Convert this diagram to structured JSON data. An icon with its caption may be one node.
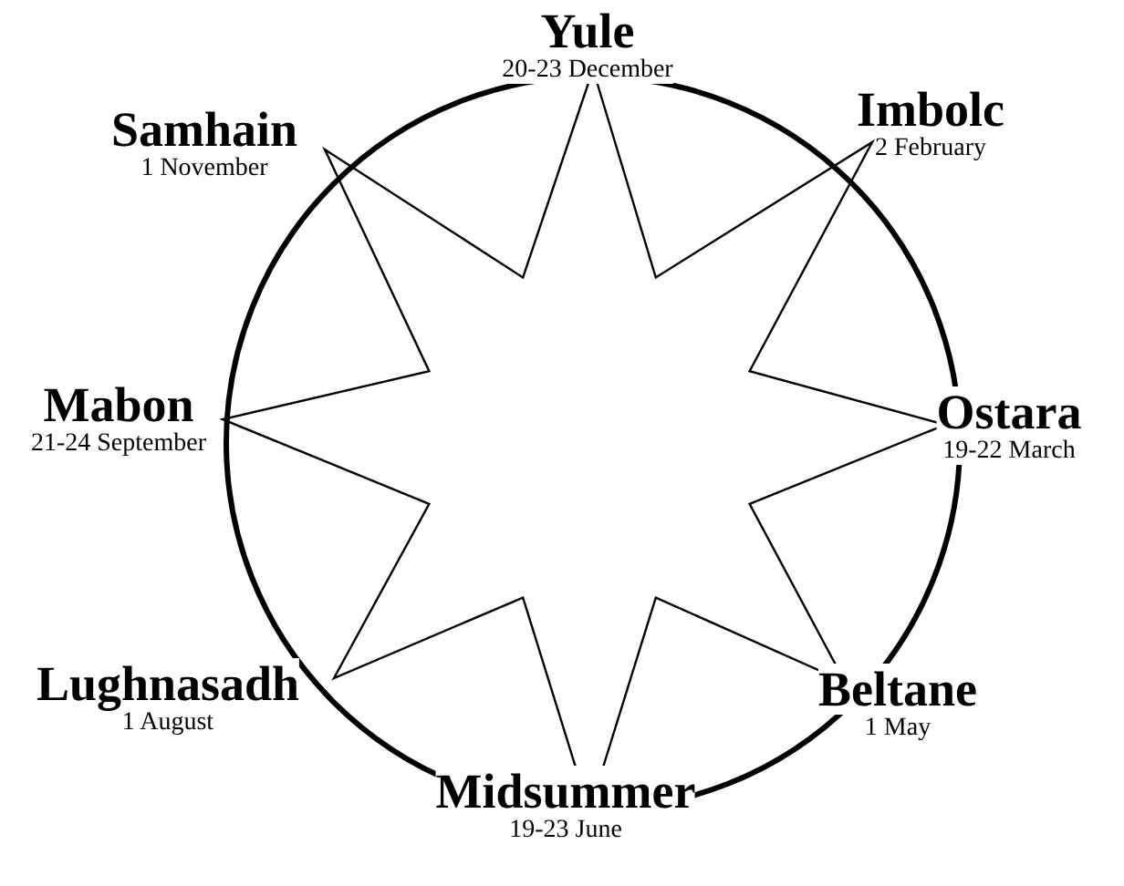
{
  "diagram": {
    "nodes": [
      {
        "text": [
          "Yule",
          "20-23 December"
        ]
      },
      {
        "text": [
          "Samhain",
          "1 November"
        ]
      },
      {
        "text": [
          "Imbolc",
          "2 February"
        ]
      },
      {
        "text": [
          "Mabon",
          "21-24 September"
        ]
      },
      {
        "text": [
          "Ostara",
          "19-22 March"
        ]
      },
      {
        "text": [
          "Lughnasadh",
          "1 August"
        ]
      },
      {
        "text": [
          "Beltane",
          "1 May"
        ]
      },
      {
        "text": [
          "Midsummer",
          "19-23 June"
        ]
      }
    ],
    "edges": []
  }
}
